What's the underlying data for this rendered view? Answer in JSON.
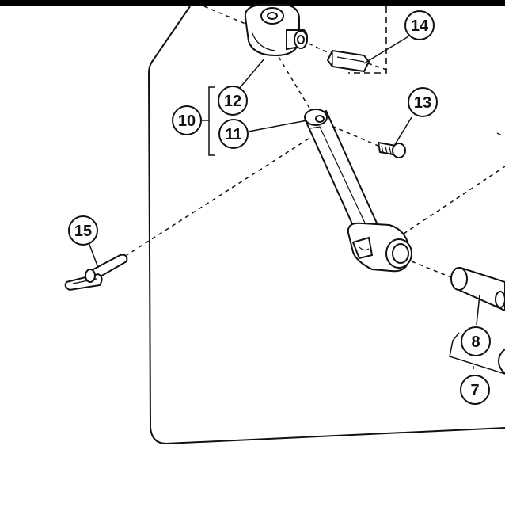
{
  "callouts": {
    "c7": "7",
    "c8": "8",
    "c10": "10",
    "c11": "11",
    "c12": "12",
    "c13": "13",
    "c14": "14",
    "c15": "15"
  },
  "colors": {
    "ink": "#111111",
    "paper": "#ffffff",
    "top_bar": "#000000"
  }
}
